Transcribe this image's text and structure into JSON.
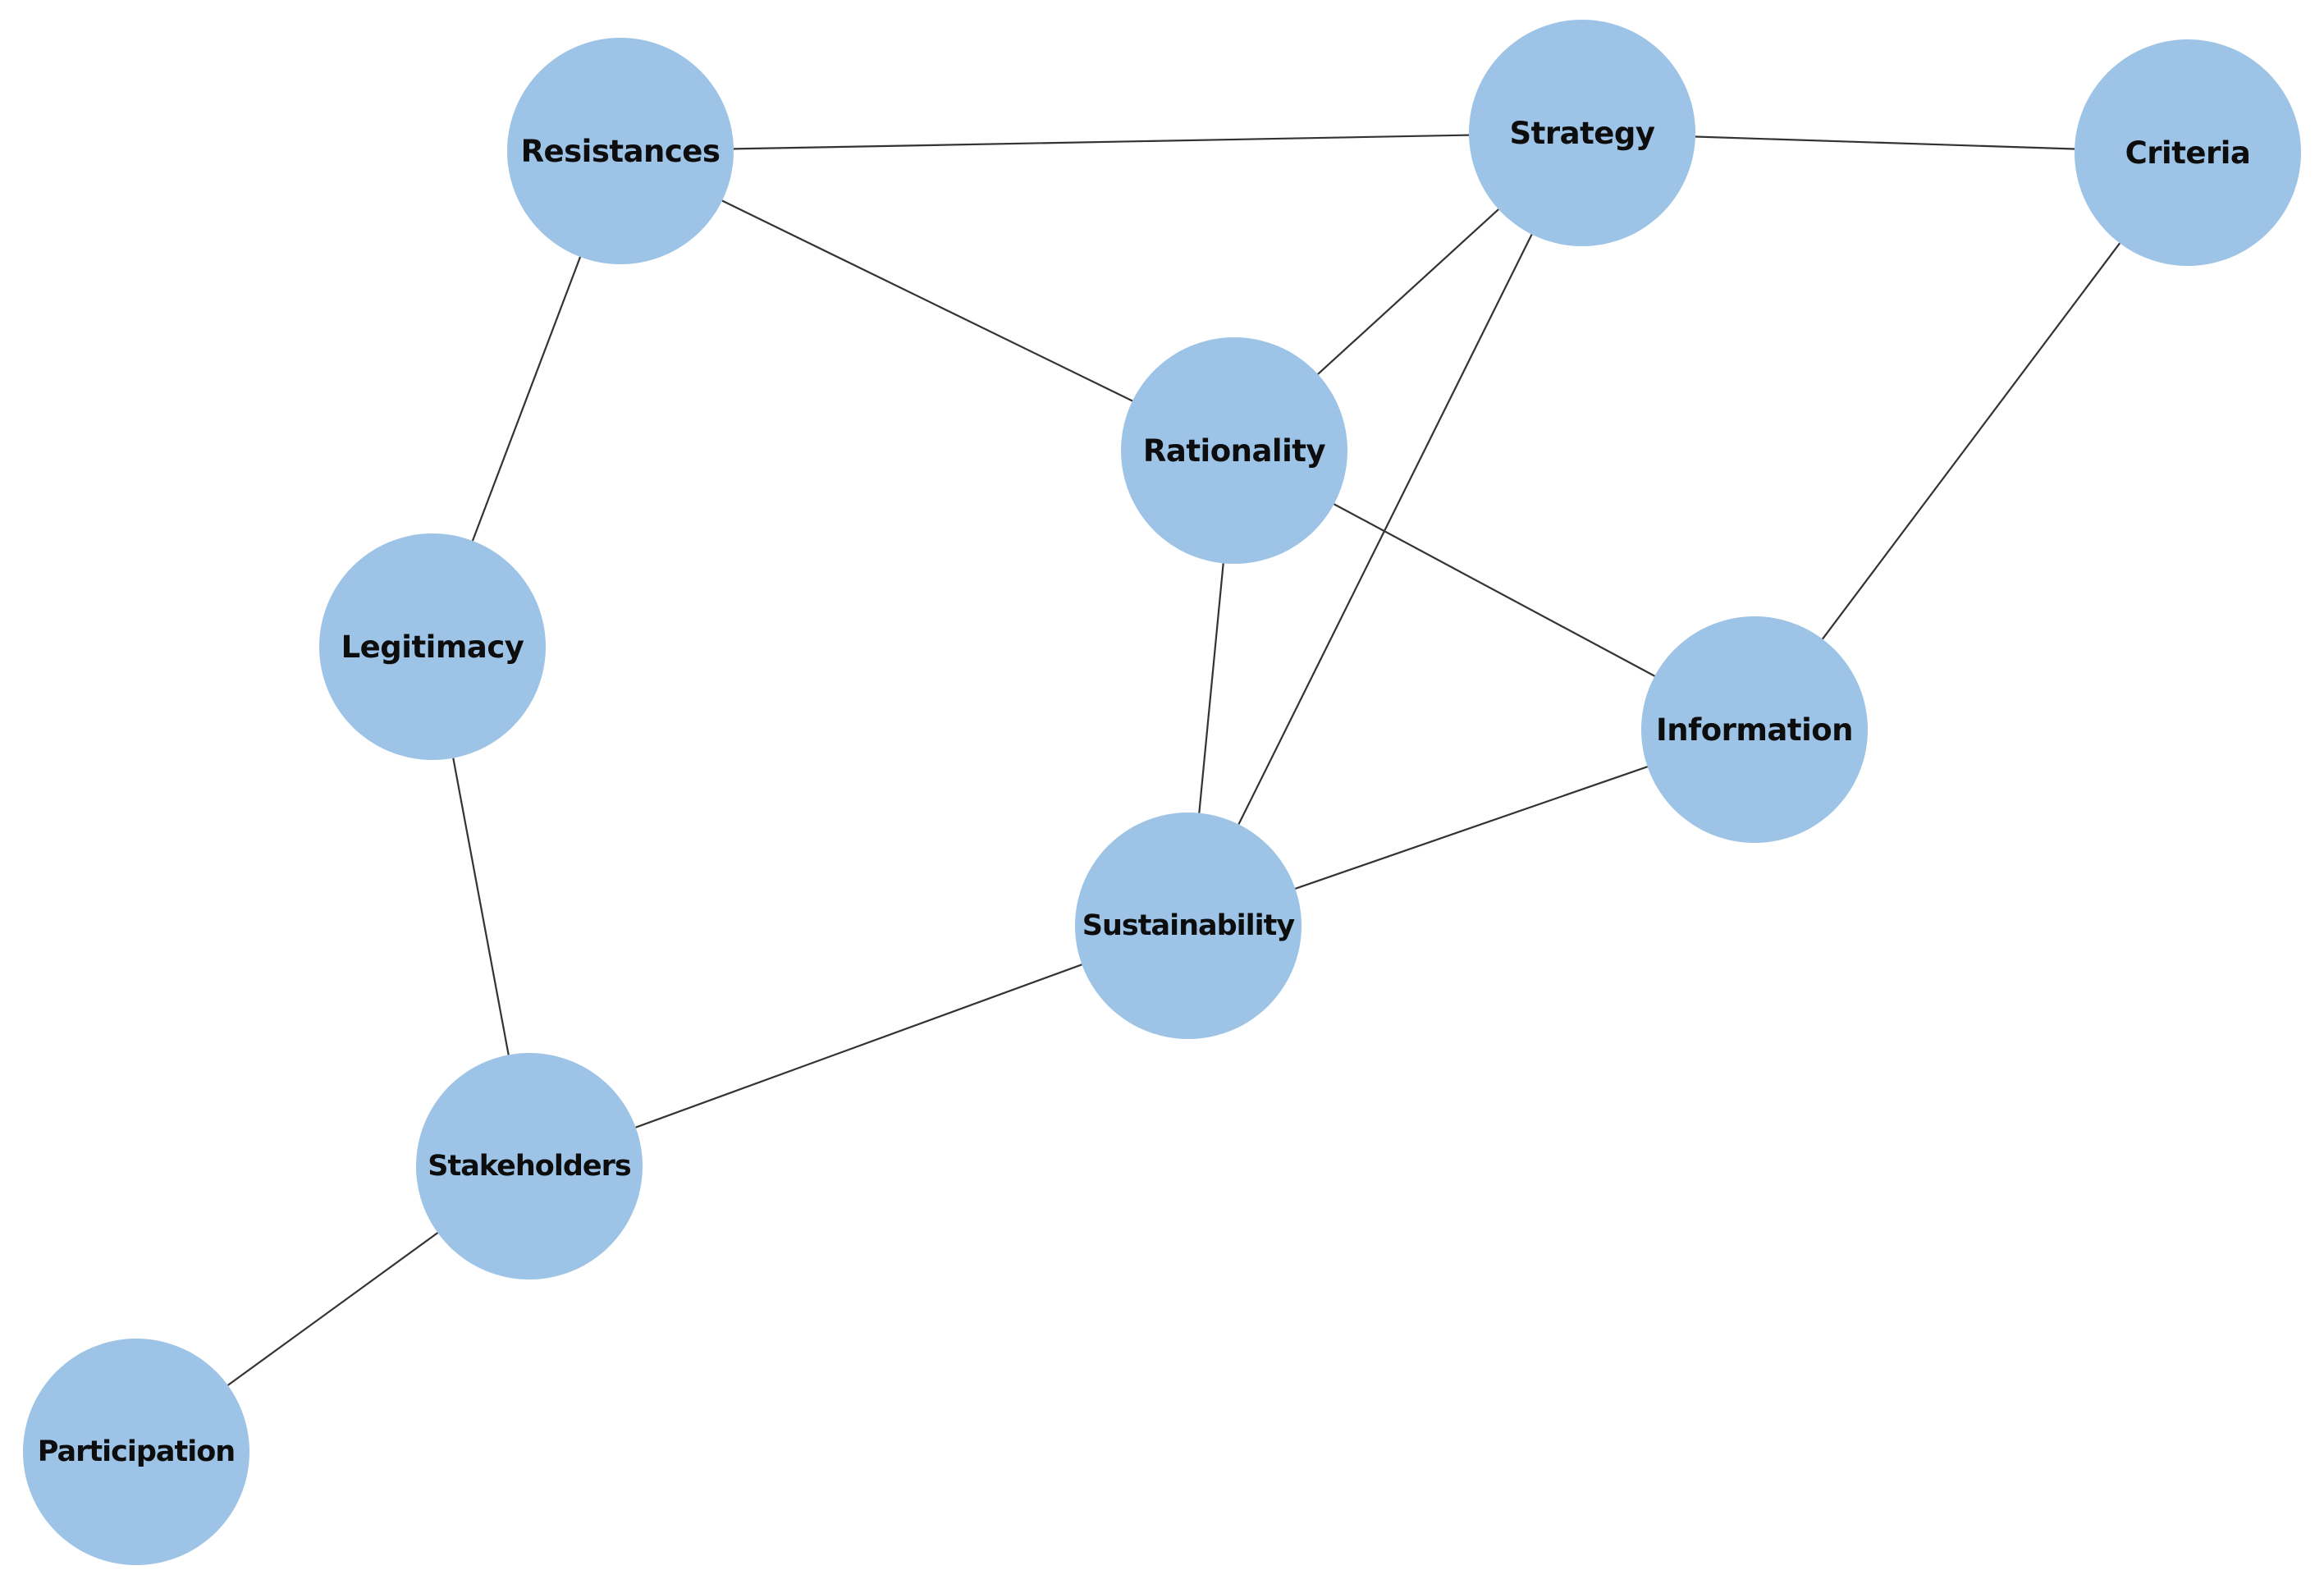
{
  "diagram": {
    "node_color": "#9dc3e6",
    "edge_color": "#333333",
    "nodes": {
      "resistances": "Resistances",
      "strategy": "Strategy",
      "criteria": "Criteria",
      "rationality": "Rationality",
      "legitimacy": "Legitimacy",
      "information": "Information",
      "sustainability": "Sustainability",
      "stakeholders": "Stakeholders",
      "participation": "Participation"
    },
    "edges": [
      [
        "resistances",
        "strategy"
      ],
      [
        "strategy",
        "criteria"
      ],
      [
        "resistances",
        "rationality"
      ],
      [
        "resistances",
        "legitimacy"
      ],
      [
        "strategy",
        "rationality"
      ],
      [
        "strategy",
        "sustainability"
      ],
      [
        "criteria",
        "information"
      ],
      [
        "rationality",
        "information"
      ],
      [
        "rationality",
        "sustainability"
      ],
      [
        "legitimacy",
        "stakeholders"
      ],
      [
        "information",
        "sustainability"
      ],
      [
        "sustainability",
        "stakeholders"
      ],
      [
        "stakeholders",
        "participation"
      ]
    ]
  }
}
